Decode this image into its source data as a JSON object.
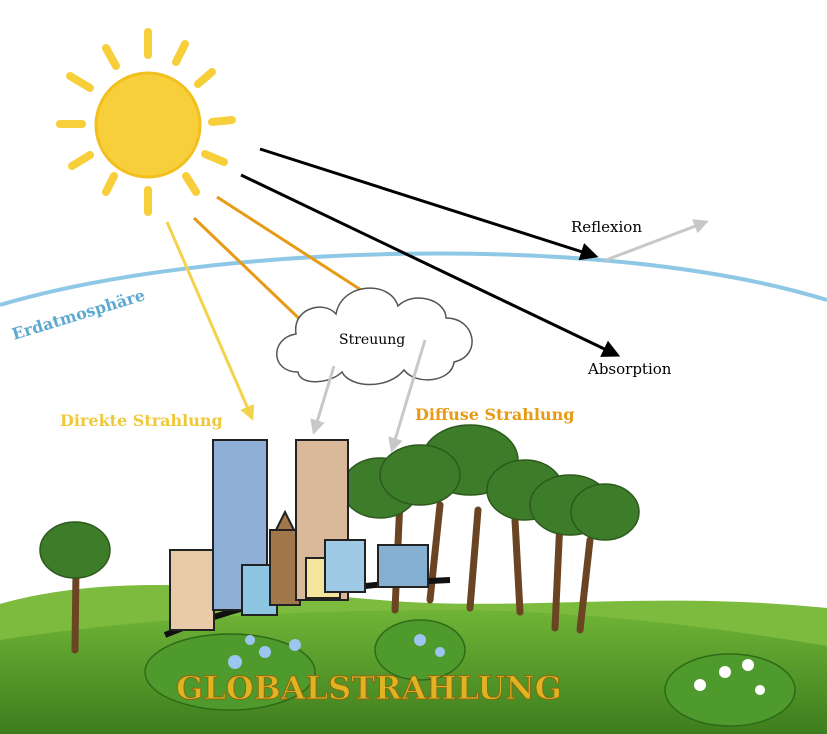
{
  "labels": {
    "atmosphere": "Erdatmosphäre",
    "reflection": "Reflexion",
    "absorption": "Absorption",
    "scattering": "Streuung",
    "direct_radiation": "Direkte Strahlung",
    "diffuse_radiation": "Diffuse Strahlung",
    "global_radiation": "GLOBALSTRAHLUNG"
  },
  "colors": {
    "sun": "#f6cf3a",
    "direct_arrow": "#f3d24c",
    "scatter_arrow": "#e79a14",
    "atmosphere_line": "#8fc8e6",
    "diffuse_arrow": "#c8c8c8",
    "black_arrow": "#000000",
    "hill_green": "#5fa32c",
    "title_gold": "#e0b323"
  }
}
